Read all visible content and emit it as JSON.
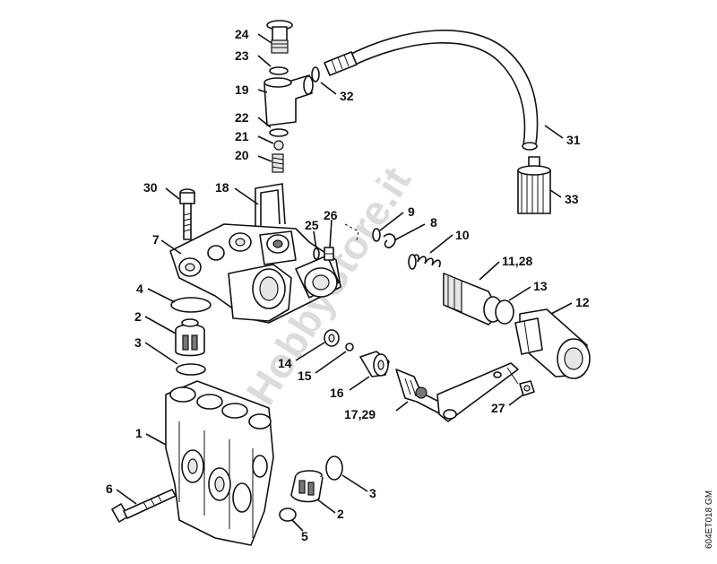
{
  "diagram": {
    "watermark": "HobbyStore.it",
    "drawing_code": "604ET018 GM",
    "callouts": {
      "c24": "24",
      "c23": "23",
      "c19": "19",
      "c32": "32",
      "c22": "22",
      "c21": "21",
      "c20": "20",
      "c31": "31",
      "c33": "33",
      "c30": "30",
      "c18": "18",
      "c26": "26",
      "c25": "25",
      "c9": "9",
      "c8": "8",
      "c7": "7",
      "c10": "10",
      "c11_28": "11,28",
      "c13": "13",
      "c4": "4",
      "c12": "12",
      "c2a": "2",
      "c3a": "3",
      "c14": "14",
      "c15": "15",
      "c16": "16",
      "c27": "27",
      "c17_29": "17,29",
      "c1": "1",
      "c6": "6",
      "c3b": "3",
      "c2b": "2",
      "c5": "5"
    }
  }
}
